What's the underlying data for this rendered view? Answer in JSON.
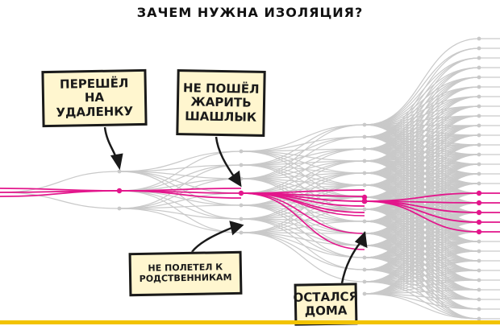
{
  "title": "ЗАЧЕМ НУЖНА ИЗОЛЯЦИЯ?",
  "callouts": {
    "remote": "ПЕРЕШЁЛ\nНА УДАЛЕНКУ",
    "shashlik": "НЕ ПОШЁЛ\nЖАРИТЬ\nШАШЛЫК",
    "relatives": "НЕ ПОЛЕТЕЛ К\nРОДСТВЕННИКАМ",
    "home": "ОСТАЛСЯ\nДОМА"
  },
  "colors": {
    "magenta": "#e3168c",
    "grey": "#c9c9c9",
    "box_fill": "#fff6cf",
    "outline": "#1a1a1a",
    "accent_bar": "#f2c300"
  }
}
